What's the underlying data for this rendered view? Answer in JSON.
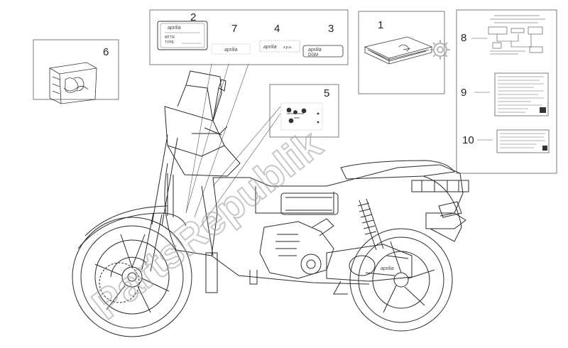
{
  "callouts": {
    "c1": "1",
    "c2": "2",
    "c3": "3",
    "c4": "4",
    "c5": "5",
    "c6": "6",
    "c7": "7",
    "c8": "8",
    "c9": "9",
    "c10": "10"
  },
  "labels": {
    "plate_brand": "aprilia",
    "plate_line1": "MTTR",
    "plate_line2": "TYPE",
    "sticker7_brand": "aprilia",
    "sticker4_brand": "aprilia",
    "sticker4_suffix": "s.p.a.",
    "sticker3_brand": "aprilia",
    "sticker3_text": "DGM",
    "side_brand": "aprilia"
  },
  "watermark": {
    "text": "PartsRepublik"
  },
  "colors": {
    "line": "#2a2a2a",
    "frame": "#7a7a7a",
    "leader": "#555555",
    "watermark": "#9a9a9a"
  },
  "icons": {
    "gear": "gear-icon"
  }
}
